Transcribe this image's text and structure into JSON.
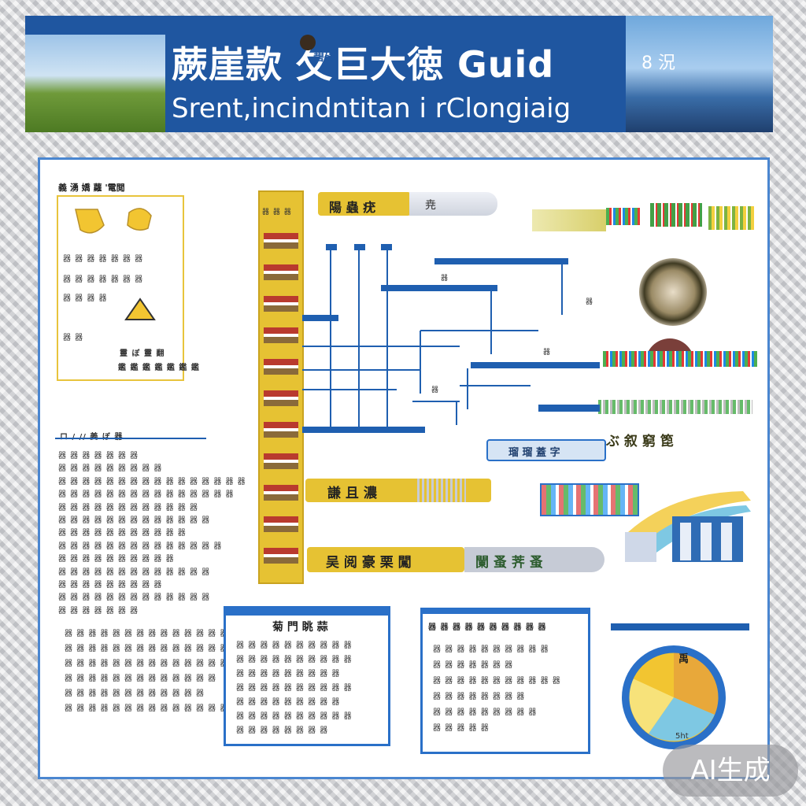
{
  "header": {
    "title": "蕨崖款  攵巨大徳 Guid",
    "subtitle": "Srent,incindntitan i rClongiaig",
    "corner_text": "8 況",
    "mark": "碧碍"
  },
  "legend": {
    "title": "義 湧 嬌 蘿 '電閲",
    "rows": [
      "器 器 器 器 器 器 器",
      "器 器 器 器 器  器 器",
      "器 器 器 器",
      "器 器"
    ],
    "caption_1": "靈 ぼ 靈 翻",
    "caption_2": "鑑 鑑 鑑 鑑 鑑 鑑 鑑"
  },
  "left_notes": {
    "heading": "ロ / // 姜 ぼ 器",
    "lines": [
      "器 器 器 器 器 器 器",
      "器 器 器 器 器 器 器 器 器",
      "器 器 器 器 器 器 器 器 器 器 器 器 器 器 器 器",
      "器 器 器 器 器 器 器 器 器 器 器 器 器 器 器",
      "器 器 器 器 器 器 器 器 器 器 器 器",
      "器 器 器 器 器 器 器 器 器 器 器 器 器",
      "器 器 器 器 器 器 器 器 器 器 器",
      "器 器 器 器 器 器 器 器 器 器 器 器 器 器",
      "器 器 器 器 器 器 器 器 器 器",
      "器 器 器 器 器 器 器 器 器 器 器 器 器",
      "器 器 器 器 器 器 器 器 器",
      "器 器 器 器 器 器 器 器 器 器 器 器 器",
      "器 器 器 器 器 器 器"
    ],
    "lines_b": [
      "器 器 器 器 器 器 器 器 器 器 器 器 器 器 器",
      "器 器 器 器 器 器 器 器 器 器 器 器 器 器",
      "器 器 器 器 器 器 器 器 器 器 器 器 器 器 器",
      "器 器 器 器 器 器 器 器 器 器 器 器 器",
      "器 器 器 器 器 器 器 器 器 器 器 器",
      "器 器 器 器 器 器 器 器 器 器 器 器 器 器"
    ]
  },
  "flow": {
    "column_top": "器 器 器",
    "top_pill": "陽 蟲 疣",
    "top_pill_b": "尭",
    "mid_pill": "謙  且  濃",
    "bottom_pill": "吴 阅 豪 栗 闖",
    "bottom_pill_b": "闌 蚤 荠 蚤",
    "small_labels": [
      "器",
      "器",
      "器",
      "器"
    ],
    "blue_tag": "瑠 瑠 蓋 字",
    "right_row": "ぶ 叙 窮 箆"
  },
  "panels": {
    "center_title": "菊 門 眺 蒜",
    "center_lines": [
      "器 器 器 器 器 器 器 器 器 器",
      "器 器 器 器 器 器 器 器 器 器",
      "器 器 器 器 器 器 器 器 器",
      "器 器 器 器 器 器 器 器 器 器",
      "器 器 器 器 器 器 器 器 器",
      "器 器 器 器 器 器 器 器 器 器",
      "器 器 器 器 器 器 器 器"
    ],
    "right_title": "器 器 器 器 器 器 器 器 器 器",
    "right_lines": [
      "器 器 器 器 器 器 器 器 器 器",
      "器 器 器 器 器 器 器",
      "器 器 器 器 器 器 器 器 器 器 器",
      "器 器 器 器 器 器 器 器",
      "器 器 器 器 器 器 器 器 器",
      "器 器 器 器 器"
    ],
    "pie_label": "禹",
    "pie_label_b": "5ht"
  },
  "watermark": "AI生成",
  "colors": {
    "primary_blue": "#1f56a0",
    "accent_yellow": "#e6c233",
    "line_blue": "#1f5fb0"
  }
}
